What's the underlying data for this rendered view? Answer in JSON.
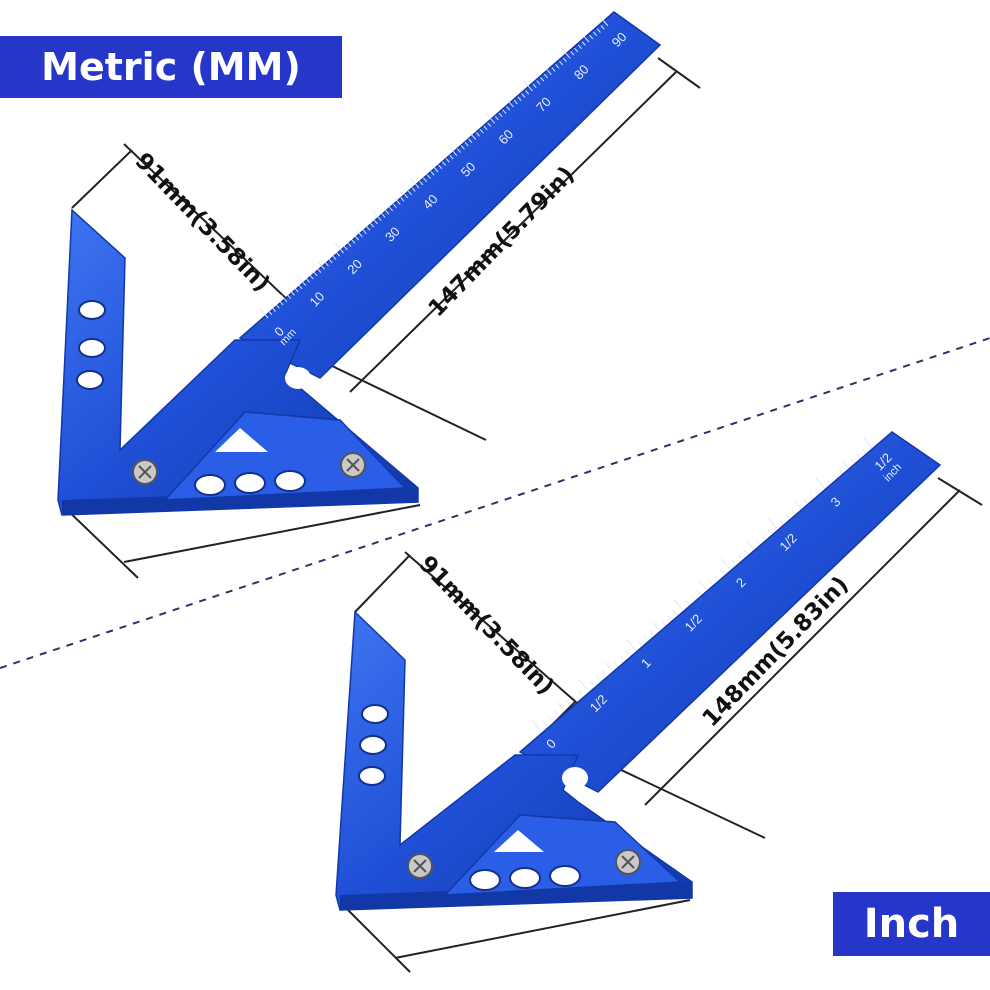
{
  "colors": {
    "badge": "#2536c8",
    "tool_blue": "#1f4fd6",
    "tool_dark": "#1238a8",
    "tool_light": "#3f75f2",
    "dimension_line": "#222222",
    "divider": "#2a3566"
  },
  "labels": {
    "metric": "Metric (MM)",
    "inch": "Inch"
  },
  "metric_square": {
    "side_dimension": "91mm(3.58in)",
    "blade_dimension": "147mm(5.79in)",
    "scale_unit": "mm",
    "scale_numbers": [
      "0",
      "10",
      "20",
      "30",
      "40",
      "50",
      "60",
      "70",
      "80",
      "90"
    ]
  },
  "inch_square": {
    "side_dimension": "91mm(3.58in)",
    "blade_dimension": "148mm(5.83in)",
    "scale_unit": "inch",
    "scale_numbers": [
      "0",
      "1/2",
      "1",
      "1/2",
      "2",
      "1/2",
      "3",
      "1/2"
    ]
  }
}
